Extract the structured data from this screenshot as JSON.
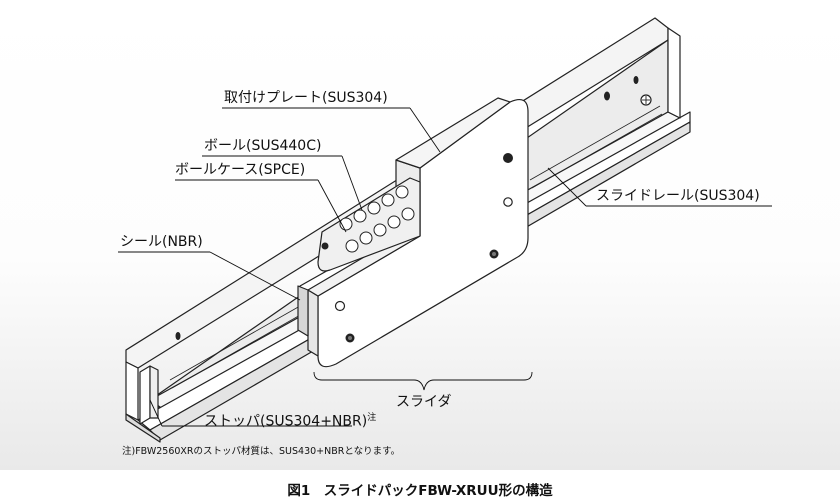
{
  "labels": {
    "mounting_plate": "取付けプレート(SUS304)",
    "ball": "ボール(SUS440C)",
    "ball_case": "ボールケース(SPCE)",
    "slide_rail": "スライドレール(SUS304)",
    "seal": "シール(NBR)",
    "slider": "スライダ",
    "stopper": "ストッパ(SUS304+NBR)",
    "stopper_note_mark": "注"
  },
  "footnote": "注)FBW2560XRのストッパ材質は、SUS430+NBRとなります。",
  "caption": "図1　スライドパックFBW-XRUU形の構造"
}
